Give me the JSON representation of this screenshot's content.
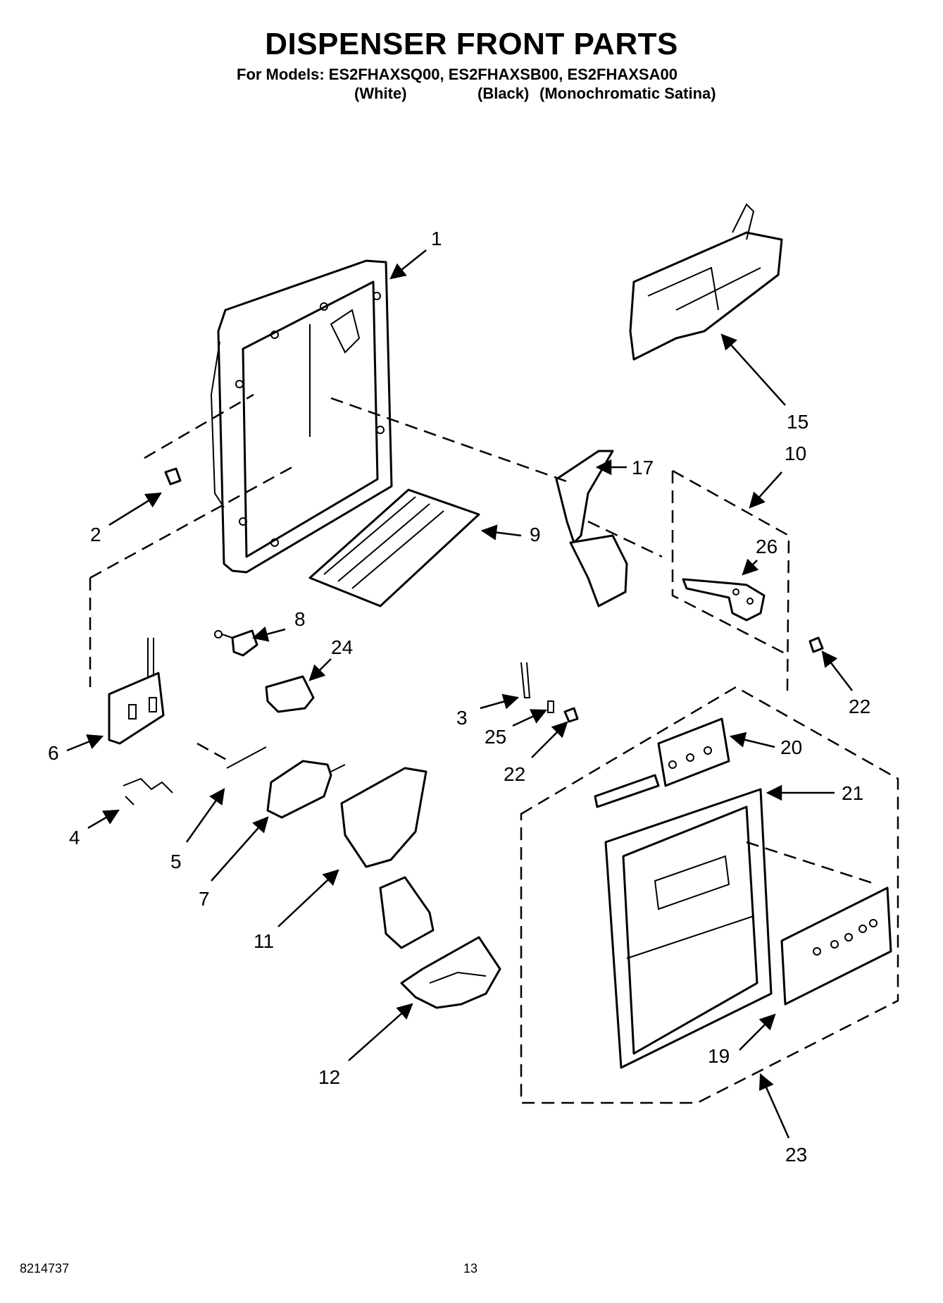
{
  "header": {
    "title": "DISPENSER FRONT PARTS",
    "models_line": "For Models: ES2FHAXSQ00, ES2FHAXSB00, ES2FHAXSA00",
    "variant_white": "(White)",
    "variant_black": "(Black)",
    "variant_mono": "(Monochromatic Satina)"
  },
  "callouts": {
    "c1": "1",
    "c2": "2",
    "c3": "3",
    "c4": "4",
    "c5": "5",
    "c6": "6",
    "c7": "7",
    "c8": "8",
    "c9": "9",
    "c10": "10",
    "c11": "11",
    "c12": "12",
    "c15": "15",
    "c17": "17",
    "c19": "19",
    "c20": "20",
    "c21": "21",
    "c22a": "22",
    "c22b": "22",
    "c23": "23",
    "c24": "24",
    "c25": "25",
    "c26": "26"
  },
  "footer": {
    "doc_number": "8214737",
    "page_number": "13"
  }
}
